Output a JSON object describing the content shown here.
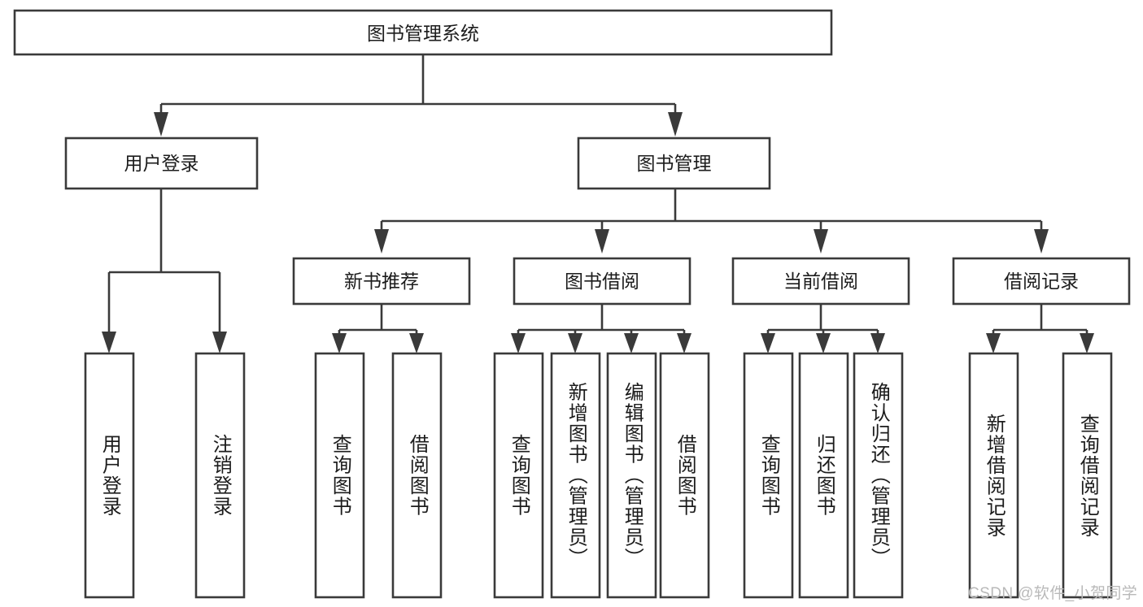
{
  "diagram": {
    "title": "图书管理系统",
    "type": "tree",
    "watermark": "CSDN @软件_小贺同学",
    "colors": {
      "box_stroke": "#3a3a3a",
      "box_fill": "#ffffff",
      "connector": "#3a3a3a",
      "text": "#1c1c1c",
      "watermark": "#b9b9b9",
      "background": "#ffffff"
    },
    "levels": {
      "root": {
        "label": "图书管理系统"
      },
      "level2": [
        {
          "label": "用户登录"
        },
        {
          "label": "图书管理"
        }
      ],
      "level3": [
        {
          "label": "新书推荐"
        },
        {
          "label": "图书借阅"
        },
        {
          "label": "当前借阅"
        },
        {
          "label": "借阅记录"
        }
      ],
      "leaves": [
        {
          "label": "用户登录",
          "parent": "用户登录"
        },
        {
          "label": "注销登录",
          "parent": "用户登录"
        },
        {
          "label": "查询图书",
          "parent": "新书推荐"
        },
        {
          "label": "借阅图书",
          "parent": "新书推荐"
        },
        {
          "label": "查询图书",
          "parent": "图书借阅"
        },
        {
          "label": "新增图书（管理员）",
          "parent": "图书借阅"
        },
        {
          "label": "编辑图书（管理员）",
          "parent": "图书借阅"
        },
        {
          "label": "借阅图书",
          "parent": "图书借阅"
        },
        {
          "label": "查询图书",
          "parent": "当前借阅"
        },
        {
          "label": "归还图书",
          "parent": "当前借阅"
        },
        {
          "label": "确认归还（管理员）",
          "parent": "当前借阅"
        },
        {
          "label": "新增借阅记录",
          "parent": "借阅记录"
        },
        {
          "label": "查询借阅记录",
          "parent": "借阅记录"
        }
      ]
    }
  }
}
